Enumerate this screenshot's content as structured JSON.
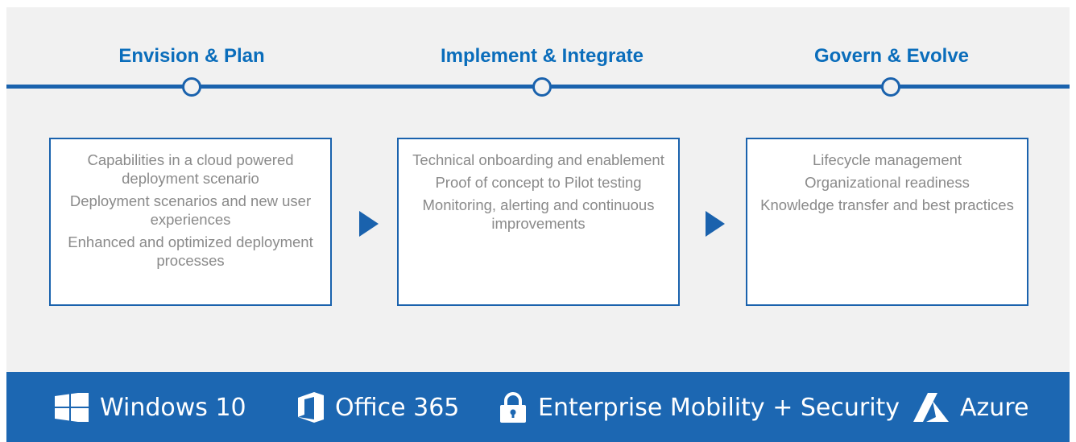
{
  "phases": [
    {
      "title": "Envision & Plan",
      "items": [
        "Capabilities in a cloud powered deployment scenario",
        "Deployment scenarios and new user experiences",
        "Enhanced and optimized deployment processes"
      ]
    },
    {
      "title": "Implement & Integrate",
      "items": [
        "Technical onboarding and enablement",
        "Proof of concept to Pilot testing",
        "Monitoring, alerting and continuous improvements"
      ]
    },
    {
      "title": "Govern & Evolve",
      "items": [
        "Lifecycle management",
        "Organizational readiness",
        "Knowledge transfer and best practices"
      ]
    }
  ],
  "products": [
    {
      "label": "Windows 10",
      "icon": "windows-logo-icon"
    },
    {
      "label": "Office 365",
      "icon": "office-logo-icon"
    },
    {
      "label": "Enterprise Mobility + Security",
      "icon": "lock-icon"
    },
    {
      "label": "Azure",
      "icon": "azure-logo-icon"
    }
  ],
  "colors": {
    "accent": "#1a62ad",
    "title": "#0a6dbb",
    "panel": "#f1f1f1",
    "footer": "#1c67b2",
    "item_text": "#8a8a8a"
  }
}
